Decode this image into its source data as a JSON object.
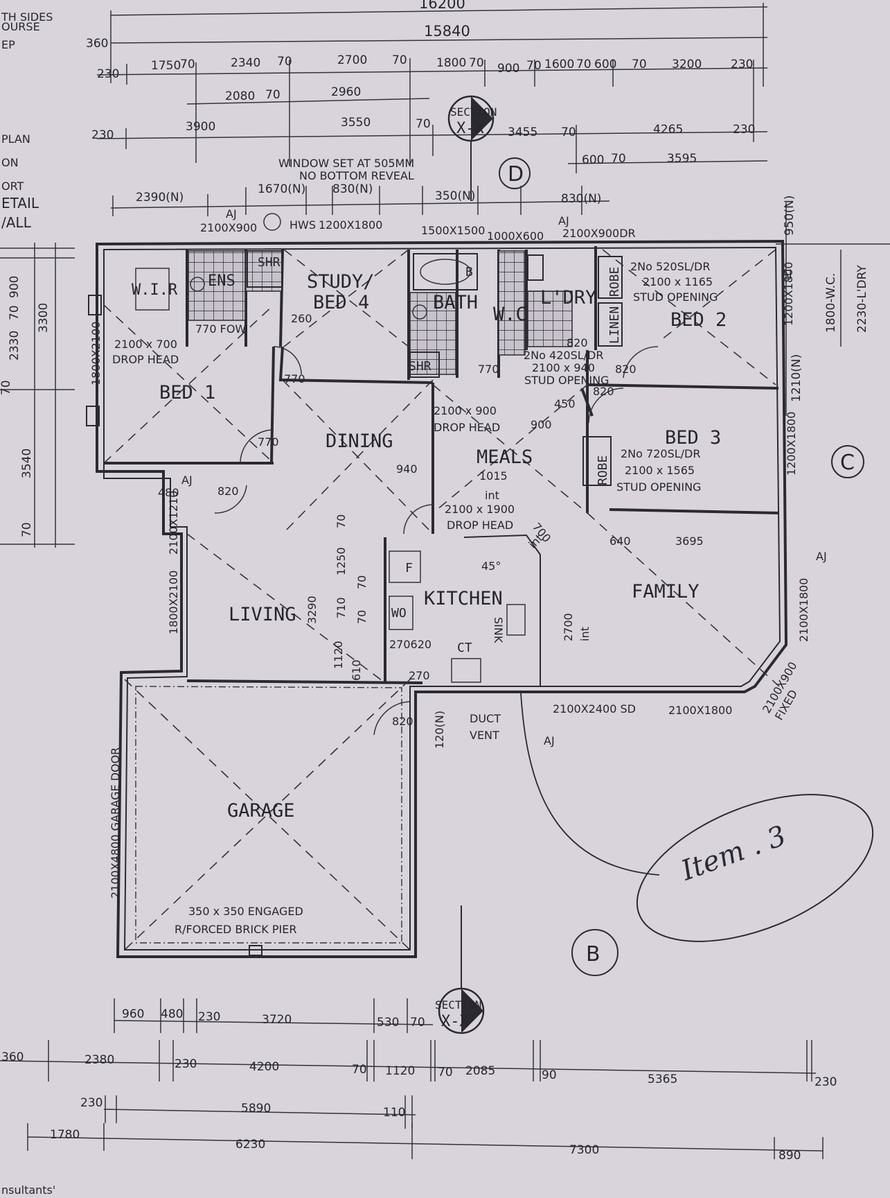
{
  "dimensions": {
    "top_row0": [
      "16200"
    ],
    "top_row1": [
      "360",
      "15840"
    ],
    "top_row2": [
      "230",
      "1750",
      "70",
      "2340",
      "70",
      "2700",
      "70",
      "1800",
      "70",
      "900",
      "70",
      "1600",
      "70",
      "600",
      "70",
      "3200",
      "230"
    ],
    "top_row3": [
      "2080",
      "70",
      "2960"
    ],
    "top_row4": [
      "230",
      "3900",
      "3550",
      "70",
      "3455",
      "70",
      "4265",
      "230"
    ],
    "top_row5": [
      "600",
      "70",
      "3595"
    ],
    "window_row": [
      "2390(N)",
      "1670(N)",
      "830(N)",
      "350(N)",
      "830(N)"
    ],
    "bottom_row1": [
      "960",
      "480",
      "230",
      "3720",
      "530",
      "70"
    ],
    "bottom_row2": [
      "360",
      "2380",
      "230",
      "4200",
      "70",
      "1120",
      "70",
      "2085",
      "90",
      "5365",
      "230"
    ],
    "bottom_row3": [
      "230",
      "5890",
      "110"
    ],
    "bottom_row4": [
      "1780",
      "6230",
      "7300",
      "890"
    ],
    "left_col": [
      "900",
      "70",
      "2330",
      "70",
      "3300",
      "3540",
      "70"
    ],
    "right_col": [
      "950(N)",
      "1210(N)"
    ]
  },
  "left_edge_labels": [
    "TH SIDES",
    "OURSE",
    "EP",
    "PLAN",
    "ON",
    "ORT",
    "ETAIL",
    "/ALL",
    "nsultants'"
  ],
  "rooms": {
    "wir": "W.I.R",
    "ens": "ENS",
    "study": [
      "STUDY/",
      "BED 4"
    ],
    "bath": "BATH",
    "wc": "W.C",
    "ldry": "L'DRY",
    "robe": "ROBE",
    "linen": "LINEN",
    "bed1": "BED 1",
    "bed2": "BED 2",
    "bed3": "BED 3",
    "dining": "DINING",
    "meals": "MEALS",
    "living": "LIVING",
    "kitchen": "KITCHEN",
    "family": "FAMILY",
    "garage": "GARAGE"
  },
  "fixtures": {
    "shr": "SHR",
    "b": "B",
    "f": "F",
    "wo": "WO",
    "ct": "CT",
    "sink": "SINK"
  },
  "notes": {
    "window_set": [
      "WINDOW SET AT 505MM",
      "NO BOTTOM REVEAL"
    ],
    "aj": "AJ",
    "w_2100x900": "2100X900",
    "hws": "HWS",
    "w_1200x1800": "1200X1800",
    "w_1500x1500": "1500X1500",
    "w_1000x600": "1000X600",
    "w_2100x900dr": "2100X900DR",
    "bed2_robe": [
      "2No 520SL/DR",
      "2100 x 1165",
      "STUD OPENING"
    ],
    "linen_robe": [
      "2No 420SL/DR",
      "2100 x 940",
      "STUD OPENING"
    ],
    "bed3_robe": [
      "2No 720SL/DR",
      "2100 x 1565",
      "STUD OPENING"
    ],
    "bed1_drop": [
      "2100 x 700",
      "DROP HEAD"
    ],
    "fow": "770 FOW",
    "meals_drop": [
      "2100 x 900",
      "DROP HEAD"
    ],
    "kitchen_drop": [
      "2100 x 1900",
      "DROP HEAD"
    ],
    "int": "int",
    "pier": [
      "350 x 350 ENGAGED",
      "R/FORCED BRICK PIER"
    ],
    "garage_door": "2100X4800 GARAGE DOOR",
    "sd": "2100X2400 SD",
    "w_family": "2100X1800",
    "fixed": [
      "2100X900",
      "FIXED"
    ],
    "duct": [
      "DUCT",
      "VENT"
    ],
    "w_120": "120(N)",
    "w_1800x2100": "1800X2100",
    "w_2100x1210": "2100X1210",
    "w_1200x1800_r": "1200X1800",
    "w_2100x1800_r": "2100X1800",
    "wc_1800": "1800-W.C.",
    "ldry_2230": "2230-L'DRY",
    "angle": "45°",
    "d260": "260",
    "d770": "770",
    "d820": "820",
    "d640": "640",
    "d3695": "3695",
    "d2700": "2700",
    "d940": "940",
    "d1015": "1015",
    "d700": "700",
    "d900": "900",
    "d450": "450",
    "d480": "480",
    "d3290": "3290",
    "d1250": "1250",
    "d710": "710",
    "d70": "70",
    "d1120": "1120",
    "d610": "610",
    "d270620": "270620",
    "d270": "270",
    "d1800x2100_rt": "1800",
    "d120": "120"
  },
  "section_label": [
    "SECTION",
    "X-X"
  ],
  "elevation_markers": [
    "D",
    "C",
    "B"
  ],
  "handwritten": "Item . 3"
}
